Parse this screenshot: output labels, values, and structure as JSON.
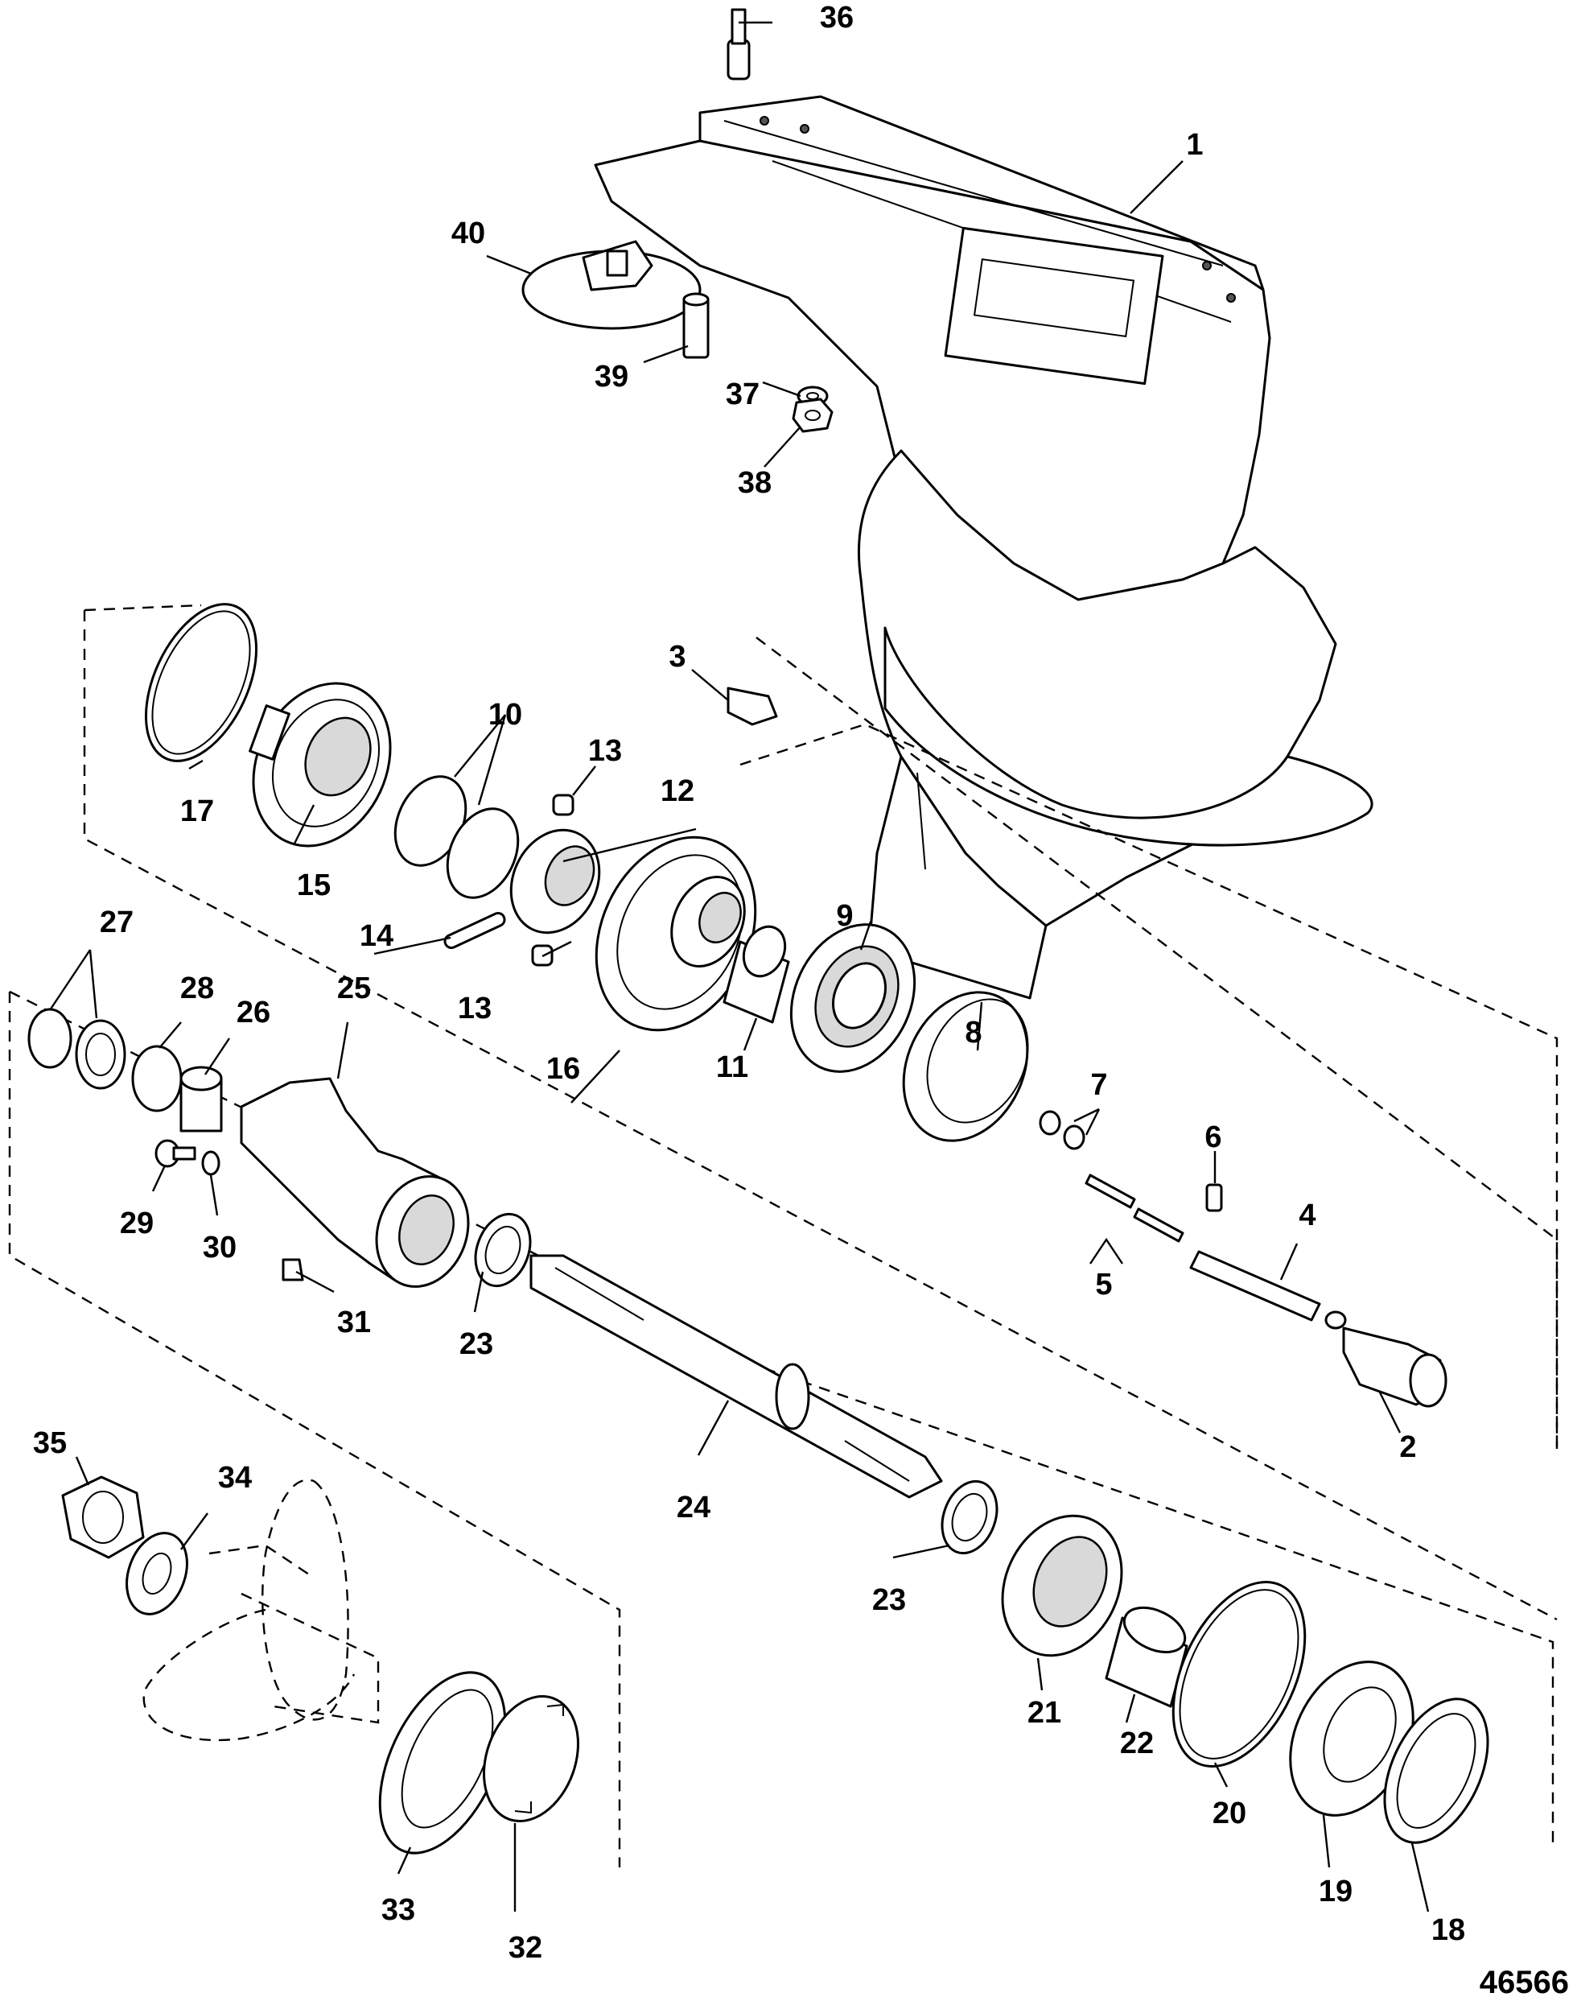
{
  "figure_number": "46566",
  "callouts": [
    "1",
    "2",
    "3",
    "4",
    "5",
    "6",
    "7",
    "8",
    "9",
    "10",
    "11",
    "12",
    "13",
    "13",
    "14",
    "15",
    "16",
    "17",
    "18",
    "19",
    "20",
    "21",
    "22",
    "23",
    "23",
    "24",
    "25",
    "26",
    "27",
    "28",
    "29",
    "30",
    "31",
    "32",
    "33",
    "34",
    "35",
    "36",
    "37",
    "38",
    "39",
    "40"
  ]
}
